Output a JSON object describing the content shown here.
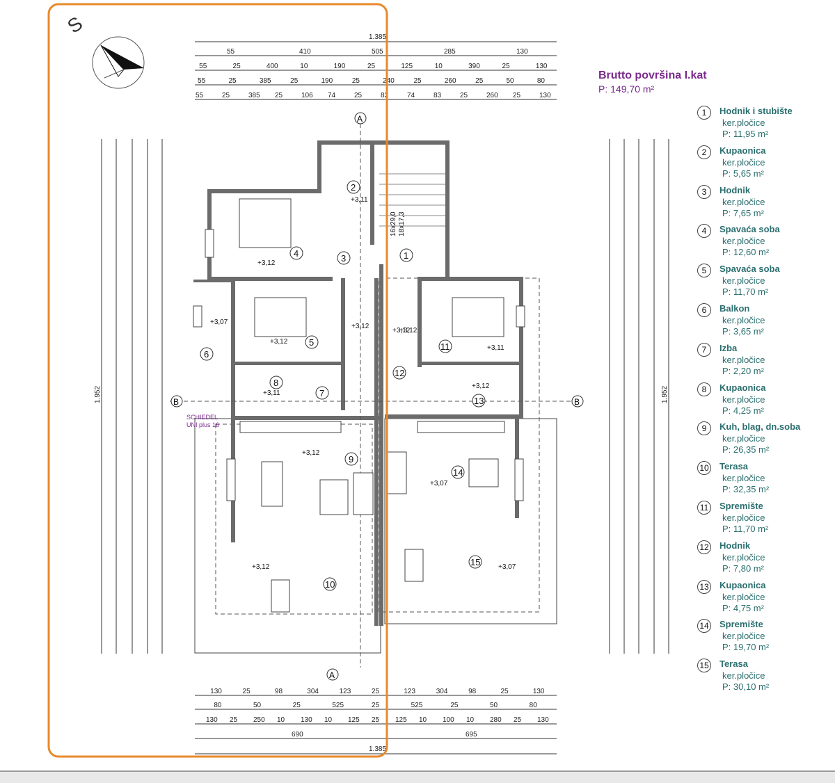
{
  "plan": {
    "orientation_label": "S",
    "top_total": "1.385",
    "bottom_total": "1.385",
    "side_total_left": "1.952",
    "side_total_right": "1.952",
    "section_marker_a": "A",
    "section_marker_b": "B",
    "chimney_label_1": "SCHIEDEL",
    "chimney_label_2": "UNI plus 16",
    "top_dims_row1": [
      "55",
      "410",
      "505",
      "285",
      "130"
    ],
    "top_dims_row2": [
      "55",
      "25",
      "400",
      "10",
      "190",
      "25",
      "125",
      "10",
      "390",
      "25",
      "130"
    ],
    "top_dims_row3": [
      "55",
      "25",
      "385",
      "25",
      "190",
      "25",
      "240",
      "25",
      "260",
      "25",
      "50",
      "80"
    ],
    "top_dims_row4": [
      "55",
      "25",
      "385",
      "25",
      "106",
      "74",
      "25",
      "83",
      "74",
      "83",
      "25",
      "260",
      "25",
      "130"
    ],
    "top_dims_extra": [
      "10",
      "25"
    ],
    "bottom_dims_row1": [
      "130",
      "25",
      "98",
      "304",
      "123",
      "25",
      "123",
      "304",
      "98",
      "25",
      "130"
    ],
    "bottom_dims_row2": [
      "80",
      "50",
      "25",
      "525",
      "25",
      "525",
      "25",
      "50",
      "80"
    ],
    "bottom_dims_row3": [
      "130",
      "25",
      "250",
      "10",
      "130",
      "10",
      "125",
      "25",
      "125",
      "10",
      "100",
      "10",
      "280",
      "25",
      "130"
    ],
    "bottom_dims_row4": [
      "690",
      "695"
    ],
    "room_numbers": [
      "1",
      "2",
      "3",
      "4",
      "5",
      "6",
      "7",
      "8",
      "9",
      "10",
      "11",
      "12",
      "13",
      "14",
      "15"
    ],
    "levels": [
      "+3,11",
      "+3,12",
      "+3,12",
      "+3,12",
      "+3,07",
      "+3,12",
      "+3,11",
      "+3,12",
      "+3,12",
      "+3,11",
      "+3,12",
      "+3,07",
      "+3,07",
      "+3,12"
    ],
    "stair_label_1": "16x29,0",
    "stair_label_2": "18x17,3"
  },
  "legend": {
    "title": "Brutto površina I.kat",
    "total": "P: 149,70 m²",
    "rooms": [
      {
        "num": "1",
        "name": "Hodnik i stubište",
        "floor": "ker.pločice",
        "area": "P: 11,95 m²"
      },
      {
        "num": "2",
        "name": "Kupaonica",
        "floor": "ker.pločice",
        "area": "P: 5,65 m²"
      },
      {
        "num": "3",
        "name": "Hodnik",
        "floor": "ker.pločice",
        "area": "P: 7,65 m²"
      },
      {
        "num": "4",
        "name": "Spavaća soba",
        "floor": "ker.pločice",
        "area": "P: 12,60 m²"
      },
      {
        "num": "5",
        "name": "Spavaća soba",
        "floor": "ker.pločice",
        "area": "P: 11,70 m²"
      },
      {
        "num": "6",
        "name": "Balkon",
        "floor": "ker.pločice",
        "area": "P: 3,65 m²"
      },
      {
        "num": "7",
        "name": "Izba",
        "floor": "ker.pločice",
        "area": "P: 2,20 m²"
      },
      {
        "num": "8",
        "name": "Kupaonica",
        "floor": "ker.pločice",
        "area": "P: 4,25 m²"
      },
      {
        "num": "9",
        "name": "Kuh, blag, dn.soba",
        "floor": "ker.pločice",
        "area": "P: 26,35 m²"
      },
      {
        "num": "10",
        "name": "Terasa",
        "floor": "ker.pločice",
        "area": "P: 32,35 m²"
      },
      {
        "num": "11",
        "name": "Spremište",
        "floor": "ker.pločice",
        "area": "P: 11,70 m²"
      },
      {
        "num": "12",
        "name": "Hodnik",
        "floor": "ker.pločice",
        "area": "P: 7,80 m²"
      },
      {
        "num": "13",
        "name": "Kupaonica",
        "floor": "ker.pločice",
        "area": "P: 4,75 m²"
      },
      {
        "num": "14",
        "name": "Spremište",
        "floor": "ker.pločice",
        "area": "P: 19,70 m²"
      },
      {
        "num": "15",
        "name": "Terasa",
        "floor": "ker.pločice",
        "area": "P: 30,10 m²"
      }
    ]
  },
  "colors": {
    "highlight_frame": "#e8892b",
    "legend_title": "#7a2a8c",
    "legend_text": "#2b6e6e",
    "walls": "#6b6b6b"
  }
}
